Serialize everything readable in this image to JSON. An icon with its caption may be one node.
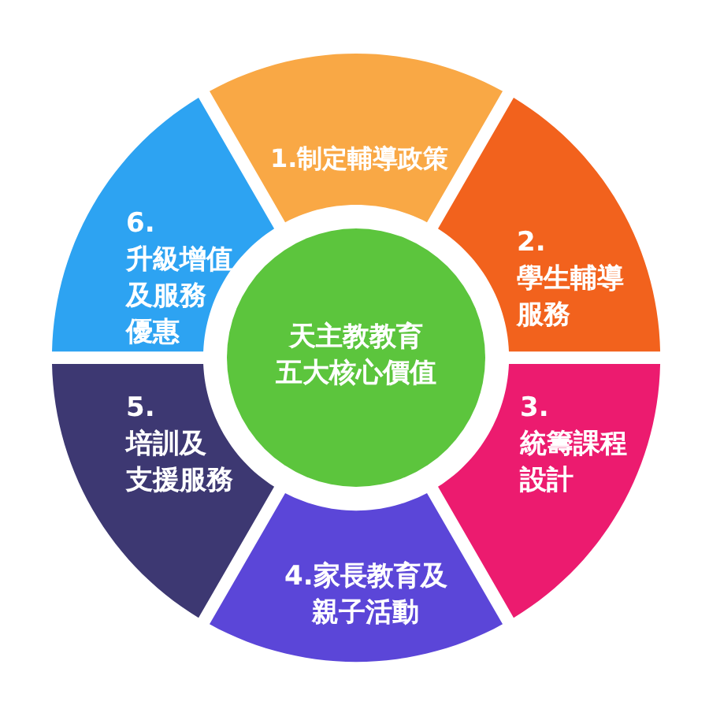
{
  "diagram": {
    "nodes": [
      {
        "text": [
          "天主教教育五大核心價值"
        ]
      },
      {
        "text": [
          "1.制定輔導政策"
        ]
      },
      {
        "text": [
          "2.學生輔導服務"
        ]
      },
      {
        "text": [
          "3.統籌課程設計"
        ]
      },
      {
        "text": [
          "4.家長教育及親子活動"
        ]
      },
      {
        "text": [
          "5.培訓及支援服務"
        ]
      },
      {
        "text": [
          "6.升級增值及服務優惠"
        ]
      }
    ]
  }
}
